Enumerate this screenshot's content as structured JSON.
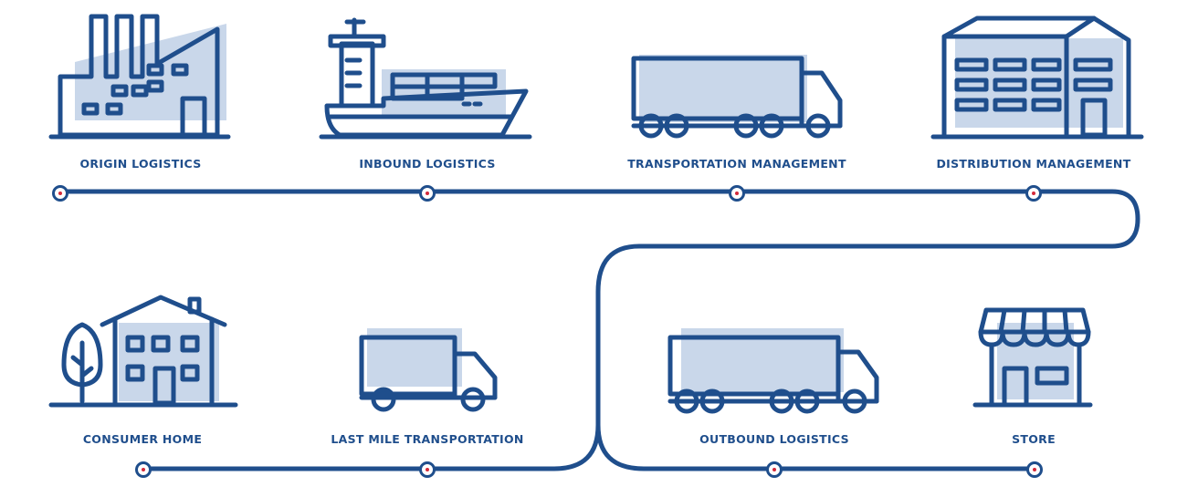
{
  "colors": {
    "line": "#1f4e8c",
    "fill": "#c9d7ea",
    "dot": "#d42a3a"
  },
  "steps": [
    {
      "label": "ORIGIN LOGISTICS",
      "icon": "factory-icon"
    },
    {
      "label": "INBOUND LOGISTICS",
      "icon": "cargo-ship-icon"
    },
    {
      "label": "TRANSPORTATION MANAGEMENT",
      "icon": "semi-truck-icon"
    },
    {
      "label": "DISTRIBUTION MANAGEMENT",
      "icon": "warehouse-icon"
    },
    {
      "label": "STORE",
      "icon": "store-icon"
    },
    {
      "label": "OUTBOUND LOGISTICS",
      "icon": "semi-truck-icon"
    },
    {
      "label": "LAST MILE TRANSPORTATION",
      "icon": "delivery-truck-icon"
    },
    {
      "label": "CONSUMER HOME",
      "icon": "house-icon"
    }
  ]
}
